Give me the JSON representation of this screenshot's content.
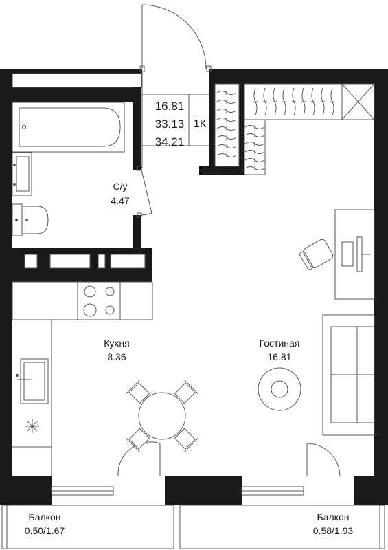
{
  "apartment": {
    "living_area": "16.81",
    "total_area": "33.13",
    "total_area_with_balconies": "34.21",
    "room_type": "1К"
  },
  "rooms": {
    "bathroom": {
      "name": "С/у",
      "area": "4.47"
    },
    "kitchen": {
      "name": "Кухня",
      "area": "8.36"
    },
    "living": {
      "name": "Гостиная",
      "area": "16.81"
    },
    "balcony_left": {
      "name": "Балкон",
      "area": "0.50/1.67"
    },
    "balcony_right": {
      "name": "Балкон",
      "area": "0.58/1.93"
    }
  },
  "icons": {
    "bathtub": "bathtub-icon",
    "sink": "sink-icon",
    "toilet": "toilet-icon",
    "stove": "stove-icon",
    "kitchen_sink": "kitchen-sink-icon",
    "dining_set": "dining-table-icon",
    "desk": "desk-icon",
    "sofa": "sofa-icon",
    "wardrobe": "wardrobe-icon"
  },
  "colors": {
    "wall": "#1a1a1a",
    "line": "#555555",
    "background": "#ffffff"
  }
}
